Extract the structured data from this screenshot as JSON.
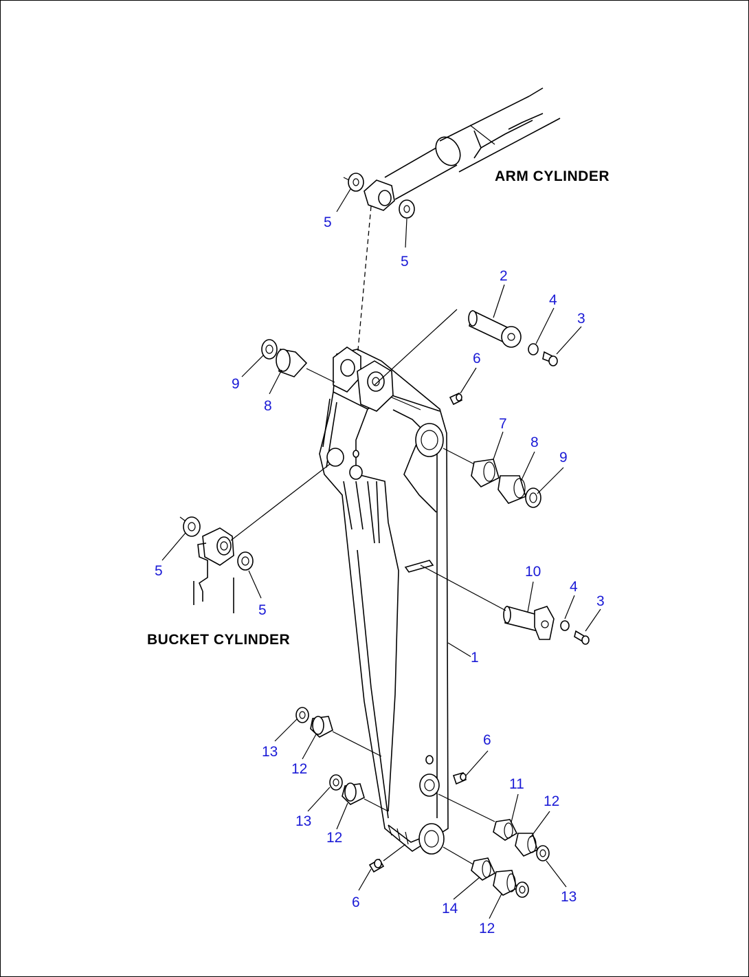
{
  "diagram": {
    "captions": {
      "arm_cylinder": "ARM CYLINDER",
      "bucket_cylinder": "BUCKET CYLINDER"
    },
    "callouts": [
      {
        "id": "c5a",
        "text": "5"
      },
      {
        "id": "c5b",
        "text": "5"
      },
      {
        "id": "c2",
        "text": "2"
      },
      {
        "id": "c4a",
        "text": "4"
      },
      {
        "id": "c3a",
        "text": "3"
      },
      {
        "id": "c6a",
        "text": "6"
      },
      {
        "id": "c9a",
        "text": "9"
      },
      {
        "id": "c8a",
        "text": "8"
      },
      {
        "id": "c7",
        "text": "7"
      },
      {
        "id": "c8b",
        "text": "8"
      },
      {
        "id": "c9b",
        "text": "9"
      },
      {
        "id": "c5c",
        "text": "5"
      },
      {
        "id": "c5d",
        "text": "5"
      },
      {
        "id": "c10",
        "text": "10"
      },
      {
        "id": "c4b",
        "text": "4"
      },
      {
        "id": "c3b",
        "text": "3"
      },
      {
        "id": "c1",
        "text": "1"
      },
      {
        "id": "c13a",
        "text": "13"
      },
      {
        "id": "c12a",
        "text": "12"
      },
      {
        "id": "c6b",
        "text": "6"
      },
      {
        "id": "c11",
        "text": "11"
      },
      {
        "id": "c12b",
        "text": "12"
      },
      {
        "id": "c13b",
        "text": "13"
      },
      {
        "id": "c12c",
        "text": "12"
      },
      {
        "id": "c6c",
        "text": "6"
      },
      {
        "id": "c14",
        "text": "14"
      },
      {
        "id": "c12d",
        "text": "12"
      },
      {
        "id": "c13c",
        "text": "13"
      }
    ],
    "colors": {
      "callout": "#1a1ad6",
      "line": "#000000",
      "background": "#ffffff"
    }
  }
}
